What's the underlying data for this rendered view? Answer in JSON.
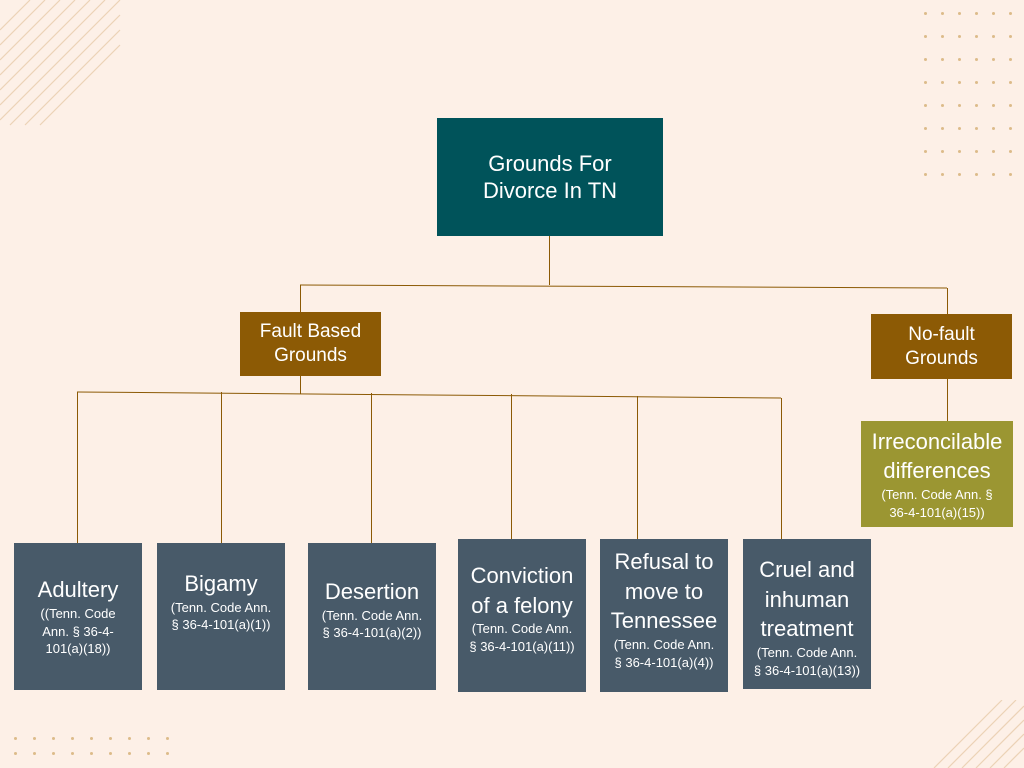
{
  "diagram": {
    "root": {
      "line1": "Grounds For",
      "line2": "Divorce In TN"
    },
    "fault": {
      "line1": "Fault Based",
      "line2": "Grounds"
    },
    "no_fault": {
      "line1": "No-fault",
      "line2": "Grounds"
    },
    "irreconcilable": {
      "title1": "Irreconcilable",
      "title2": "differences",
      "cite1": "(Tenn. Code Ann. §",
      "cite2": "36-4-101(a)(15))"
    },
    "leaves": [
      {
        "title1": "Adultery",
        "cite1": "((Tenn. Code",
        "cite2": "Ann. § 36-4-",
        "cite3": "101(a)(18))"
      },
      {
        "title1": "Bigamy",
        "cite1": "(Tenn. Code Ann.",
        "cite2": "§ 36-4-101(a)(1))"
      },
      {
        "title1": "Desertion",
        "cite1": "(Tenn. Code Ann.",
        "cite2": "§ 36-4-101(a)(2))"
      },
      {
        "title1": "Conviction",
        "title2": "of a felony",
        "cite1": "(Tenn. Code Ann.",
        "cite2": "§ 36-4-101(a)(11))"
      },
      {
        "title1": "Refusal to",
        "title2": "move to",
        "title3": "Tennessee",
        "cite1": "(Tenn. Code Ann.",
        "cite2": "§ 36-4-101(a)(4))"
      },
      {
        "title1": "Cruel and",
        "title2": "inhuman",
        "title3": "treatment",
        "cite1": "(Tenn. Code Ann.",
        "cite2": "§ 36-4-101(a)(13))"
      }
    ]
  }
}
